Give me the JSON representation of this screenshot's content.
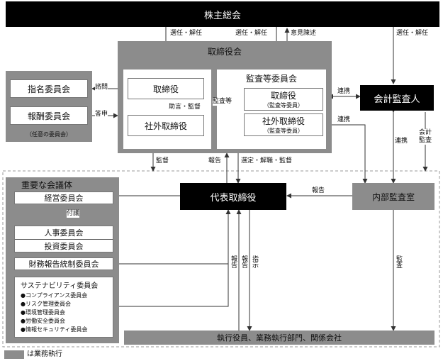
{
  "nodes": {
    "shareholders": "株主総会",
    "board_title": "取締役会",
    "director": "取締役",
    "outside_director": "社外取締役",
    "audit_committee_title": "監査等委員会",
    "ac_director": "取締役",
    "ac_director_sub": "（監査等委員）",
    "ac_outside_director": "社外取締役",
    "ac_outside_director_sub": "（監査等委員）",
    "nomination_committee": "指名委員会",
    "remuneration_committee": "報酬委員会",
    "optional_committees": "（任意の委員会）",
    "accounting_auditor": "会計監査人",
    "important_meetings_title": "重要な会議体",
    "management_committee": "経営委員会",
    "hr_committee": "人事委員会",
    "investment_committee": "投資委員会",
    "fin_report_committee": "財務報告統制委員会",
    "sustainability_committee": "サステナビリティ委員会",
    "sustainability_items": [
      "●コンプライアンス委員会",
      "●リスク管理委員会",
      "●環境管理委員会",
      "●労働安全委員会",
      "●情報セキュリティ委員会"
    ],
    "president": "代表取締役",
    "internal_audit": "内部監査室",
    "executive": "執行役員、業務執行部門、関係会社"
  },
  "labels": {
    "elect_dismiss_1": "選任・解任",
    "elect_dismiss_2": "選任・解任",
    "opinion": "意見陳述",
    "elect_dismiss_3": "選任・解任",
    "consult": "諮問",
    "report_answer": "答申",
    "advise_supervise": "助言・監督",
    "audit_etc": "監査等",
    "cooperation_1": "連携",
    "cooperation_2": "連携",
    "cooperation_3": "連携",
    "accounting_audit": "会計監査",
    "supervise": "監督",
    "report_1": "報告",
    "select_dismiss_supervise": "選定・解職・監督",
    "report_2": "報告",
    "submit": "付議",
    "report_3": "報告",
    "report_4": "報告",
    "instruct": "指示",
    "audit": "監査"
  },
  "legend": {
    "text": "は業務執行"
  },
  "colors": {
    "dark": "#000000",
    "gray": "#8c8c8c",
    "line": "#333333"
  }
}
